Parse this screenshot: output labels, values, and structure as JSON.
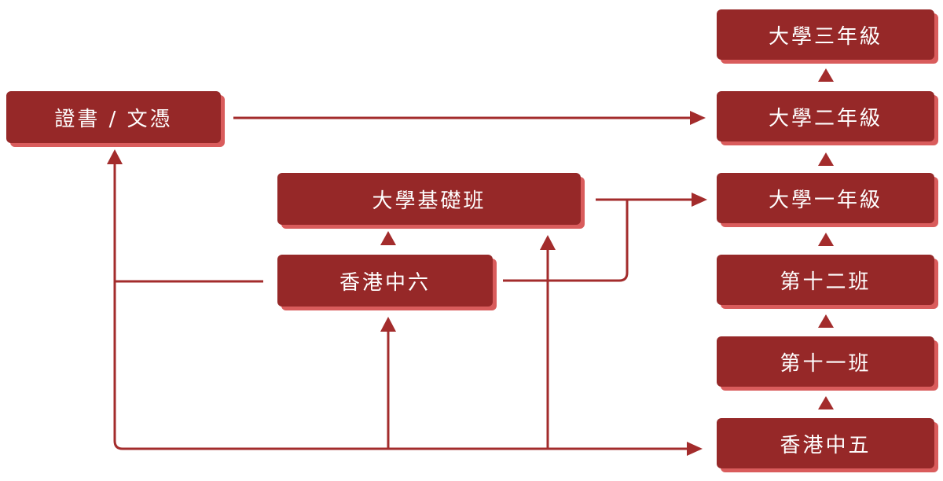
{
  "colors": {
    "box_fill": "#962828",
    "box_shadow": "#d95c5c",
    "line": "#a32c2c",
    "text": "#ffffff",
    "background": "#ffffff"
  },
  "nodes": {
    "certificate": "證書 / 文憑",
    "foundation": "大學基礎班",
    "form6": "香港中六",
    "form5": "香港中五",
    "grade11": "第十一班",
    "grade12": "第十二班",
    "uni1": "大學一年級",
    "uni2": "大學二年級",
    "uni3": "大學三年級"
  }
}
